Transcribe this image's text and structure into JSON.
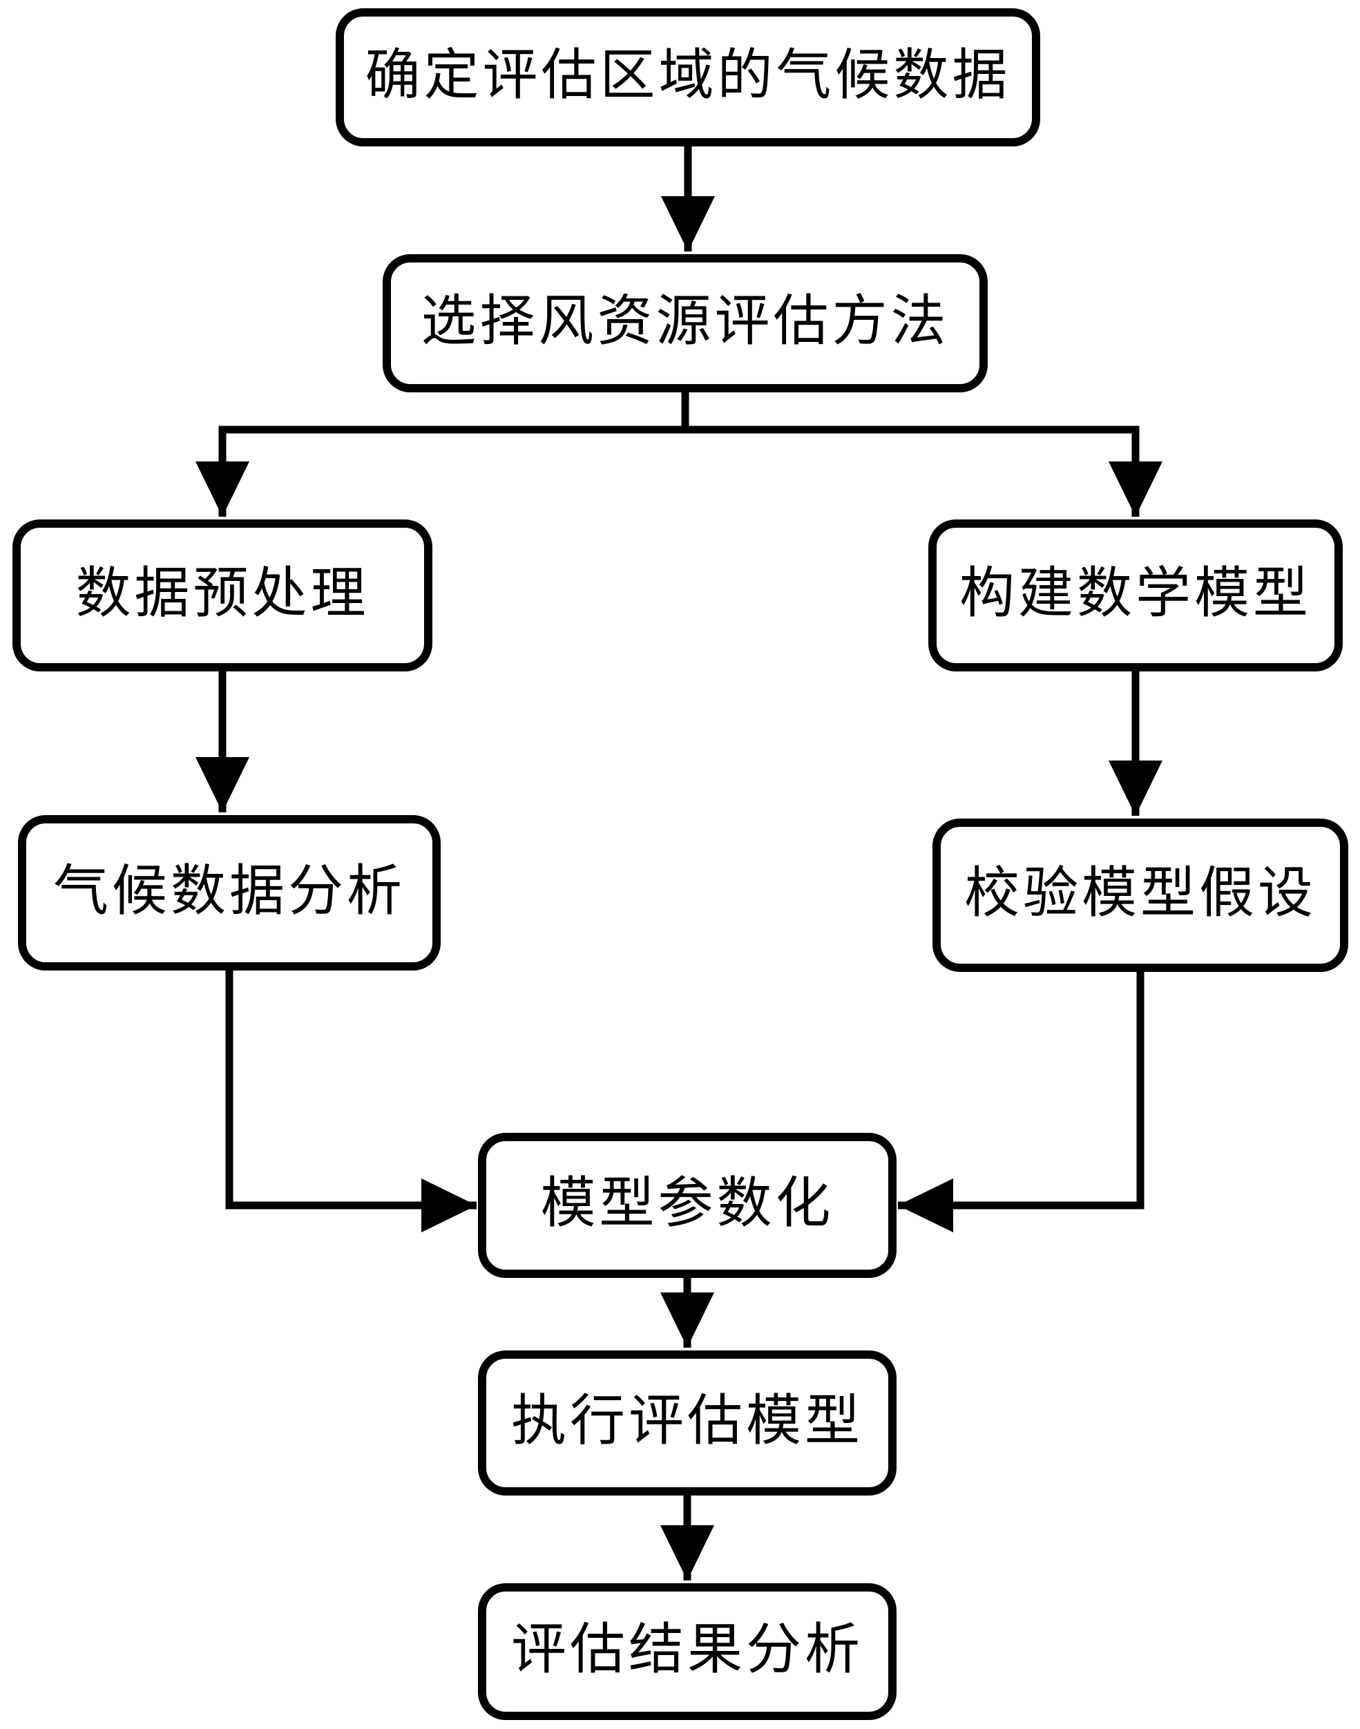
{
  "diagram": {
    "type": "flowchart",
    "background_color": "#ffffff",
    "line_color": "#000000",
    "node_fill_color": "#ffffff",
    "node_border_color": "#000000",
    "text_color": "#000000",
    "nodes": [
      {
        "id": "n1",
        "label": "确定评估区域的气候数据"
      },
      {
        "id": "n2",
        "label": "选择风资源评估方法"
      },
      {
        "id": "n3",
        "label": "数据预处理"
      },
      {
        "id": "n4",
        "label": "构建数学模型"
      },
      {
        "id": "n5",
        "label": "气候数据分析"
      },
      {
        "id": "n6",
        "label": "校验模型假设"
      },
      {
        "id": "n7",
        "label": "模型参数化"
      },
      {
        "id": "n8",
        "label": "执行评估模型"
      },
      {
        "id": "n9",
        "label": "评估结果分析"
      }
    ],
    "edges": [
      {
        "from": "n1",
        "to": "n2",
        "direction": "down"
      },
      {
        "from": "n2",
        "to": "n3",
        "direction": "down-left"
      },
      {
        "from": "n2",
        "to": "n4",
        "direction": "down-right"
      },
      {
        "from": "n3",
        "to": "n5",
        "direction": "down"
      },
      {
        "from": "n4",
        "to": "n6",
        "direction": "down"
      },
      {
        "from": "n5",
        "to": "n7",
        "direction": "down-then-right"
      },
      {
        "from": "n6",
        "to": "n7",
        "direction": "down-then-left"
      },
      {
        "from": "n7",
        "to": "n8",
        "direction": "down"
      },
      {
        "from": "n8",
        "to": "n9",
        "direction": "down"
      }
    ]
  }
}
